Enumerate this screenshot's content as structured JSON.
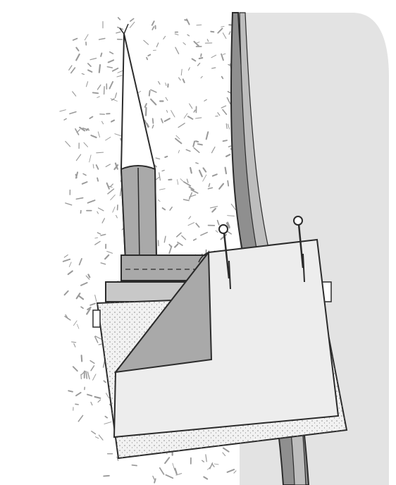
{
  "illustration": {
    "palette": {
      "background": "#ffffff",
      "outline": "#2b2b2b",
      "wall_speckle": "#9a9a9a",
      "gray_panel": "#e3e3e3",
      "cable_dark": "#8f8f8f",
      "cable_light": "#bdbdbd",
      "sheet_white": "#ededed",
      "sheet_fold": "#a9a9a9",
      "box_fill": "#f2f2f2",
      "box_dots": "#8a8a8a",
      "pin_head": "#ffffff"
    },
    "components": [
      "textured-wall",
      "gray-wall-panel",
      "vertical-cable",
      "tapered-cable-end",
      "upper-conduit-block",
      "junction-box",
      "folded-paper-sheet",
      "pin-left",
      "pin-right"
    ]
  }
}
